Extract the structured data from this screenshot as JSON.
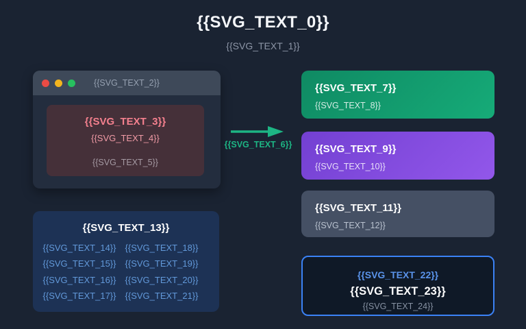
{
  "page": {
    "title": "{{SVG_TEXT_0}}",
    "subtitle": "{{SVG_TEXT_1}}"
  },
  "browser_window": {
    "titlebar_text": "{{SVG_TEXT_2}}",
    "error_panel": {
      "title": "{{SVG_TEXT_3}}",
      "message": "{{SVG_TEXT_4}}",
      "note": "{{SVG_TEXT_5}}"
    }
  },
  "arrow": {
    "label": "{{SVG_TEXT_6}}",
    "color": "#1db584"
  },
  "cards": [
    {
      "variant": "green",
      "title": "{{SVG_TEXT_7}}",
      "subtitle": "{{SVG_TEXT_8}}"
    },
    {
      "variant": "purple",
      "title": "{{SVG_TEXT_9}}",
      "subtitle": "{{SVG_TEXT_10}}"
    },
    {
      "variant": "gray",
      "title": "{{SVG_TEXT_11}}",
      "subtitle": "{{SVG_TEXT_12}}"
    }
  ],
  "checklist": {
    "title": "{{SVG_TEXT_13}}",
    "items_left": [
      "{{SVG_TEXT_14}}",
      "{{SVG_TEXT_15}}",
      "{{SVG_TEXT_16}}",
      "{{SVG_TEXT_17}}"
    ],
    "items_right": [
      "{{SVG_TEXT_18}}",
      "{{SVG_TEXT_19}}",
      "{{SVG_TEXT_20}}",
      "{{SVG_TEXT_21}}"
    ]
  },
  "result_card": {
    "eyebrow": "{{SVG_TEXT_22}}",
    "title": "{{SVG_TEXT_23}}",
    "caption": "{{SVG_TEXT_24}}"
  },
  "icons": {
    "traffic_lights": [
      "close-icon",
      "minimize-icon",
      "maximize-icon"
    ],
    "arrow": "arrow-right-icon"
  },
  "colors": {
    "background": "#1a2332",
    "window_body": "#232d3e",
    "window_titlebar": "#3e4959",
    "error_panel_bg": "#453039",
    "error_text": "#f4808e",
    "arrow_green": "#1db584",
    "card_green_gradient": [
      "#0f8a63",
      "#16ab78"
    ],
    "card_purple_gradient": [
      "#7340d2",
      "#9257ea"
    ],
    "card_gray": "#455064",
    "checklist_bg": "#1d3255",
    "checklist_item_text": "#6299da",
    "result_border_blue": "#3b82f6",
    "result_eyebrow_blue": "#5a93ea",
    "traffic_red": "#ea4b44",
    "traffic_yellow": "#f3b51e",
    "traffic_green": "#27c05f"
  }
}
